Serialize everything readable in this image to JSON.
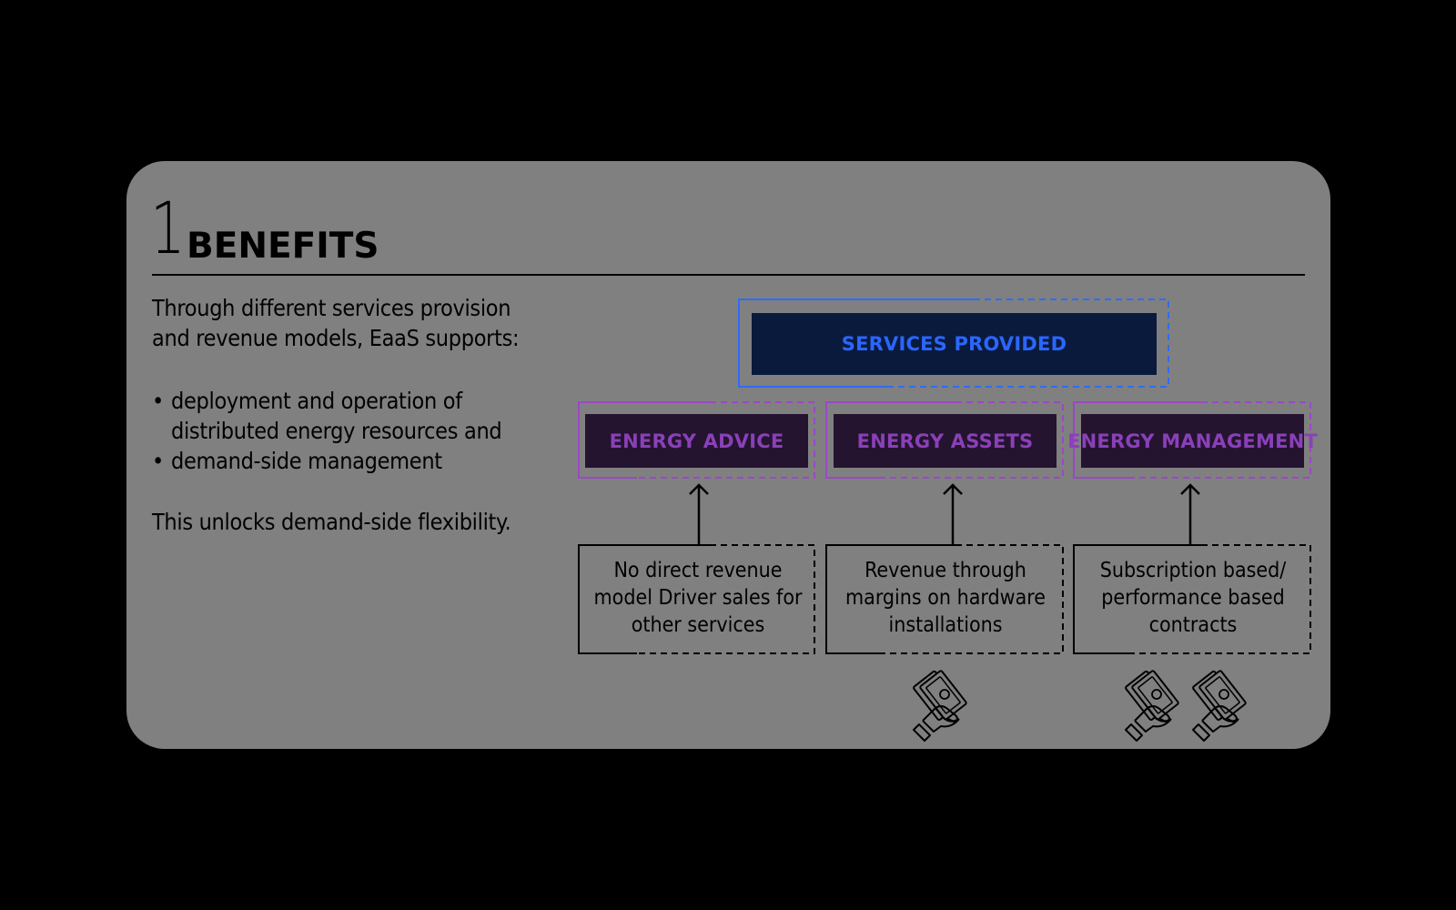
{
  "heading": {
    "number": "1",
    "title": "BENEFITS"
  },
  "intro": {
    "lines": [
      "Through different services provision",
      "and revenue models, EaaS supports:"
    ],
    "bullets": [
      "deployment and operation of",
      "distributed energy resources and",
      "demand-side management"
    ],
    "conclusion": "This unlocks demand-side flexibility."
  },
  "diagram": {
    "root": "SERVICES PROVIDED",
    "services": [
      "ENERGY ADVICE",
      "ENERGY ASSETS",
      "ENERGY MANAGEMENT"
    ],
    "revenue_models": [
      [
        "No direct revenue",
        "model Driver sales for",
        "other services"
      ],
      [
        "Revenue through",
        "margins on hardware",
        "installations"
      ],
      [
        "Subscription based/",
        "performance based",
        "contracts"
      ]
    ],
    "money_icon_counts": [
      0,
      1,
      2
    ]
  },
  "colors": {
    "background": "#000000",
    "card": "#808080",
    "root_fill": "#0a1a3c",
    "root_text": "#2a66ff",
    "service_fill": "#241430",
    "service_text": "#8a40b8",
    "service_frame": "#9a48c8",
    "root_frame": "#2e6cff"
  }
}
